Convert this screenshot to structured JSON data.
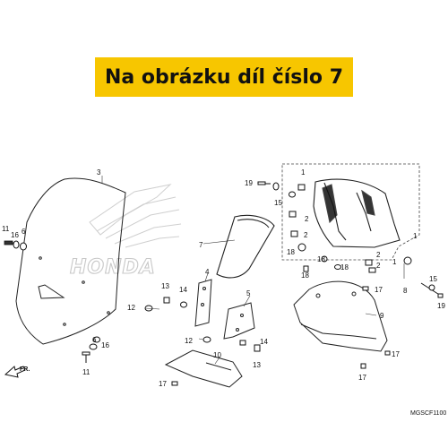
{
  "banner": {
    "text": "Na obrázku díl číslo 7",
    "color": "#f7c600"
  },
  "diagram": {
    "catalog_code": "MGSCF1100",
    "direction_label": "FR.",
    "watermark_text": "HONDA",
    "part_labels": {
      "p3": "3",
      "p7": "7",
      "p4": "4",
      "p5": "5",
      "p8": "8",
      "p9": "9",
      "p11a": "11",
      "p16a": "16",
      "p6a": "6",
      "p6b": "6",
      "p16b": "16",
      "p11b": "11",
      "p12a": "12",
      "p13a": "13",
      "p14a": "14",
      "p12b": "12",
      "p13b": "13",
      "p14b": "14",
      "p10": "10",
      "p17a": "17",
      "p17b": "17",
      "p17c": "17",
      "p17d": "17",
      "p19a": "19",
      "p19b": "19",
      "p1a": "1",
      "p1b": "1",
      "p1c": "1",
      "p15a": "15",
      "p15b": "15",
      "p2a": "2",
      "p2b": "2",
      "p2c": "2",
      "p2d": "2",
      "p18a": "18",
      "p18b": "18",
      "p18c": "18",
      "p18d": "18"
    }
  }
}
